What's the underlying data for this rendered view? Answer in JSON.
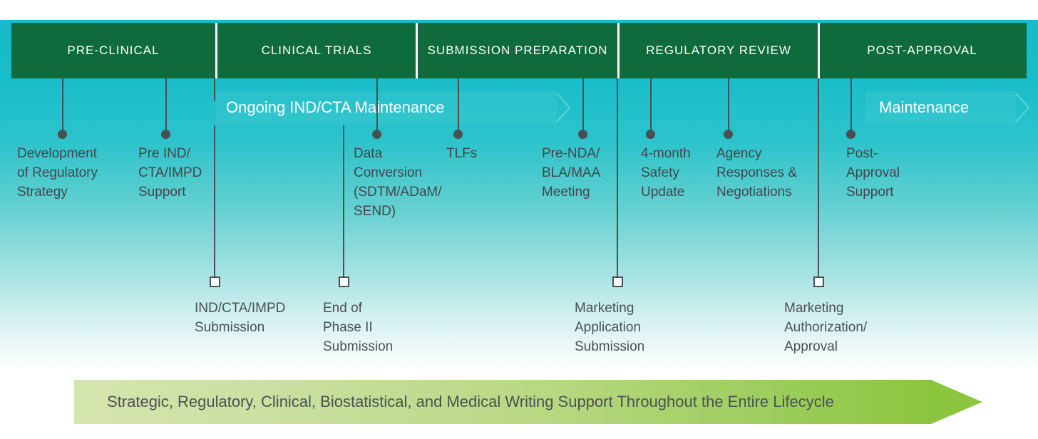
{
  "phases": [
    {
      "label": "PRE-CLINICAL"
    },
    {
      "label": "CLINICAL TRIALS"
    },
    {
      "label": "SUBMISSION\nPREPARATION"
    },
    {
      "label": "REGULATORY REVIEW"
    },
    {
      "label": "POST-APPROVAL"
    }
  ],
  "bands": [
    {
      "label": "Ongoing IND/CTA Maintenance"
    },
    {
      "label": "Maintenance"
    }
  ],
  "dot_milestones": [
    {
      "label": "Development\nof Regulatory\nStrategy"
    },
    {
      "label": "Pre IND/\nCTA/IMPD\nSupport"
    },
    {
      "label": "Data\nConversion\n(SDTM/ADaM/\nSEND)"
    },
    {
      "label": "TLFs"
    },
    {
      "label": "Pre-NDA/\nBLA/MAA\nMeeting"
    },
    {
      "label": "4-month\nSafety\nUpdate"
    },
    {
      "label": "Agency\nResponses &\nNegotiations"
    },
    {
      "label": "Post-\nApproval\nSupport"
    }
  ],
  "square_milestones": [
    {
      "label": "IND/CTA/IMPD\nSubmission"
    },
    {
      "label": "End of\nPhase II\nSubmission"
    },
    {
      "label": "Marketing\nApplication\nSubmission"
    },
    {
      "label": "Marketing\nAuthorization/\nApproval"
    }
  ],
  "footer": {
    "label": "Strategic, Regulatory, Clinical, Biostatistical, and Medical Writing Support Throughout the Entire Lifecycle"
  },
  "colors": {
    "phase_bar_green": "#0f6b3c",
    "teal_top": "#16bccb",
    "marker_gray": "#4a4f52",
    "label_text": "#41474a",
    "footer_green_light": "#d5e5ae",
    "footer_green_dark": "#8cc63f"
  }
}
